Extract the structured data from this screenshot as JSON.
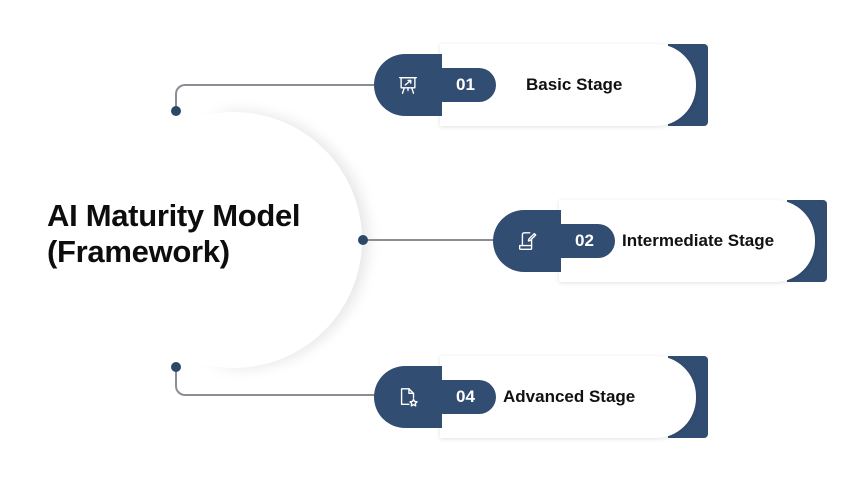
{
  "title": {
    "line1": "AI Maturity Model",
    "line2": "(Framework)"
  },
  "colors": {
    "accent": "#324d72",
    "connector": "#8a8e94",
    "text": "#111111",
    "background": "#ffffff"
  },
  "stages": [
    {
      "number": "01",
      "label": "Basic Stage",
      "icon": "presentation-board-icon"
    },
    {
      "number": "02",
      "label": "Intermediate Stage",
      "icon": "document-edit-icon"
    },
    {
      "number": "04",
      "label": "Advanced Stage",
      "icon": "document-star-icon"
    }
  ]
}
